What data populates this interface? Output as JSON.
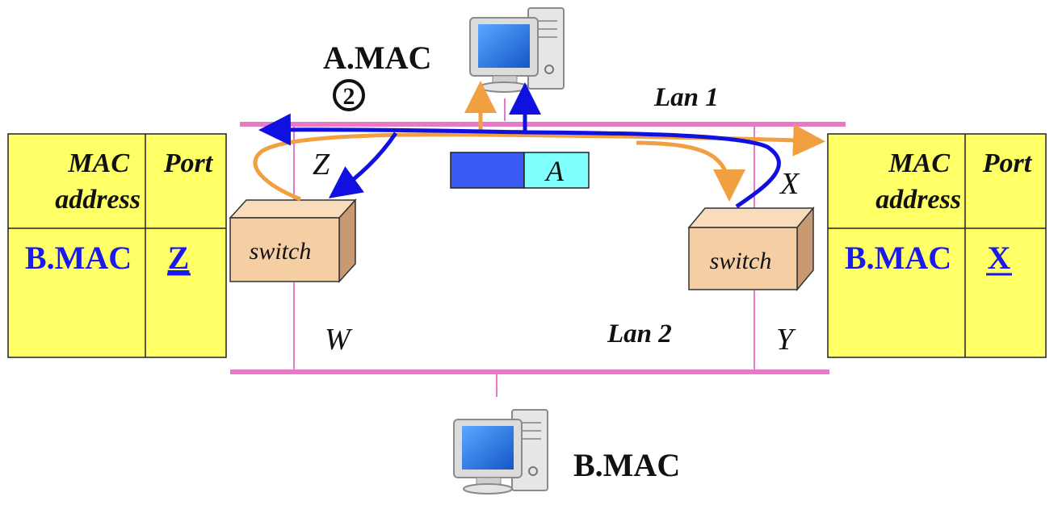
{
  "host_a": {
    "label": "A.MAC",
    "step": "2"
  },
  "host_b": {
    "label": "B.MAC"
  },
  "lan1": {
    "label": "Lan 1"
  },
  "lan2": {
    "label": "Lan 2"
  },
  "ports": {
    "z": "Z",
    "w": "W",
    "x": "X",
    "y": "Y"
  },
  "frame": {
    "address": "A"
  },
  "left_switch": {
    "label": "switch"
  },
  "right_switch": {
    "label": "switch"
  },
  "left_table": {
    "header_mac": [
      "MAC",
      "address"
    ],
    "header_port": "Port",
    "rows": [
      {
        "mac": "B.MAC",
        "port": "Z"
      }
    ]
  },
  "right_table": {
    "header_mac": [
      "MAC",
      "address"
    ],
    "header_port": "Port",
    "rows": [
      {
        "mac": "B.MAC",
        "port": "X"
      }
    ]
  },
  "colors": {
    "lan": "#e879c6",
    "orange": "#f0a040",
    "blue": "#1010e0",
    "table_fill": "#ffff66",
    "table_text_blue": "#1a1aee",
    "switch_front": "#f5cfa3",
    "switch_top": "#f9dcbc",
    "switch_side": "#c89a72",
    "frame_left": "#3a5cf5",
    "frame_right": "#80ffff"
  }
}
